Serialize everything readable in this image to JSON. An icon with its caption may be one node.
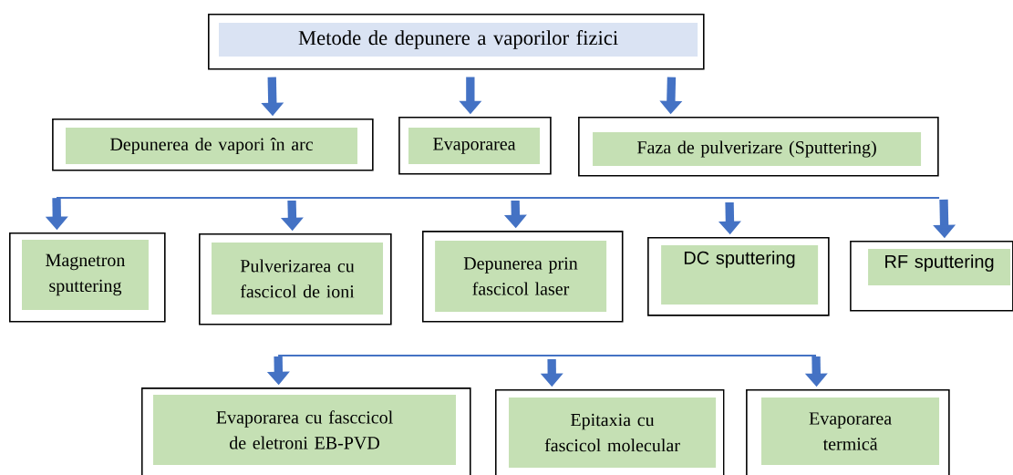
{
  "diagram": {
    "nodes": [
      {
        "text": [
          "Metode de depunere a vaporilor fizici"
        ]
      },
      {
        "text": [
          "Depunerea de vapori în arc"
        ]
      },
      {
        "text": [
          "Evaporarea"
        ]
      },
      {
        "text": [
          "Faza de pulverizare (Sputtering)"
        ]
      },
      {
        "text": [
          "Magnetron sputtering"
        ]
      },
      {
        "text": [
          "Pulverizarea cu fascicol de ioni"
        ]
      },
      {
        "text": [
          "Depunerea prin fascicol laser"
        ]
      },
      {
        "text": [
          "DC sputtering"
        ]
      },
      {
        "text": [
          "RF sputtering"
        ]
      },
      {
        "text": [
          "Evaporarea cu fasccicol  de eletroni EB-PVD"
        ]
      },
      {
        "text": [
          "Epitaxia cu fascicol molecular"
        ]
      },
      {
        "text": [
          "Evaporarea termică"
        ]
      }
    ],
    "edges": [
      {
        "from": 0,
        "to": 1,
        "arrow": "to"
      },
      {
        "from": 0,
        "to": 2,
        "arrow": "to"
      },
      {
        "from": 0,
        "to": 3,
        "arrow": "to"
      },
      {
        "from": null,
        "to": 4,
        "arrow": "to"
      },
      {
        "from": null,
        "to": 5,
        "arrow": "to"
      },
      {
        "from": null,
        "to": 6,
        "arrow": "to"
      },
      {
        "from": null,
        "to": 7,
        "arrow": "to"
      },
      {
        "from": null,
        "to": 8,
        "arrow": "to"
      },
      {
        "from": null,
        "to": 9,
        "arrow": "to"
      },
      {
        "from": null,
        "to": 10,
        "arrow": "to"
      },
      {
        "from": null,
        "to": 11,
        "arrow": "to"
      }
    ]
  }
}
